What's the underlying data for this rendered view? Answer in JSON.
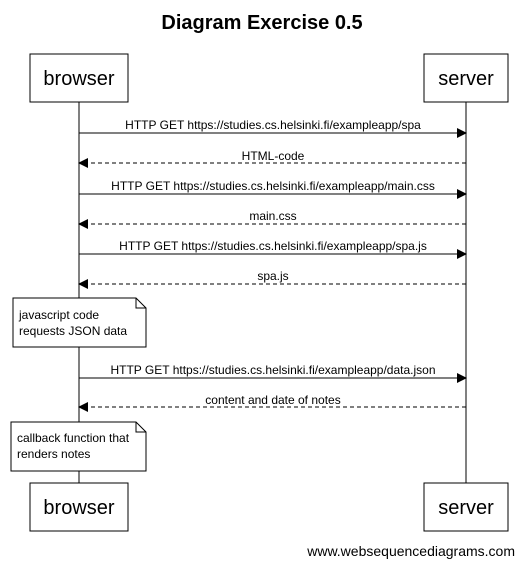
{
  "title": "Diagram Exercise 0.5",
  "actors": {
    "browser": "browser",
    "server": "server"
  },
  "messages": [
    {
      "label": "HTTP GET https://studies.cs.helsinki.fi/exampleapp/spa",
      "from": "browser",
      "to": "server",
      "style": "solid"
    },
    {
      "label": "HTML-code",
      "from": "server",
      "to": "browser",
      "style": "dashed"
    },
    {
      "label": "HTTP GET https://studies.cs.helsinki.fi/exampleapp/main.css",
      "from": "browser",
      "to": "server",
      "style": "solid"
    },
    {
      "label": "main.css",
      "from": "server",
      "to": "browser",
      "style": "dashed"
    },
    {
      "label": "HTTP GET https://studies.cs.helsinki.fi/exampleapp/spa.js",
      "from": "browser",
      "to": "server",
      "style": "solid"
    },
    {
      "label": "spa.js",
      "from": "server",
      "to": "browser",
      "style": "dashed"
    },
    {
      "label": "HTTP GET https://studies.cs.helsinki.fi/exampleapp/data.json",
      "from": "browser",
      "to": "server",
      "style": "solid"
    },
    {
      "label": "content and date of notes",
      "from": "server",
      "to": "browser",
      "style": "dashed"
    }
  ],
  "notes": [
    {
      "lines": [
        "javascript code",
        "requests JSON data"
      ]
    },
    {
      "lines": [
        "callback function that",
        "renders notes"
      ]
    }
  ],
  "footer": "www.websequencediagrams.com"
}
